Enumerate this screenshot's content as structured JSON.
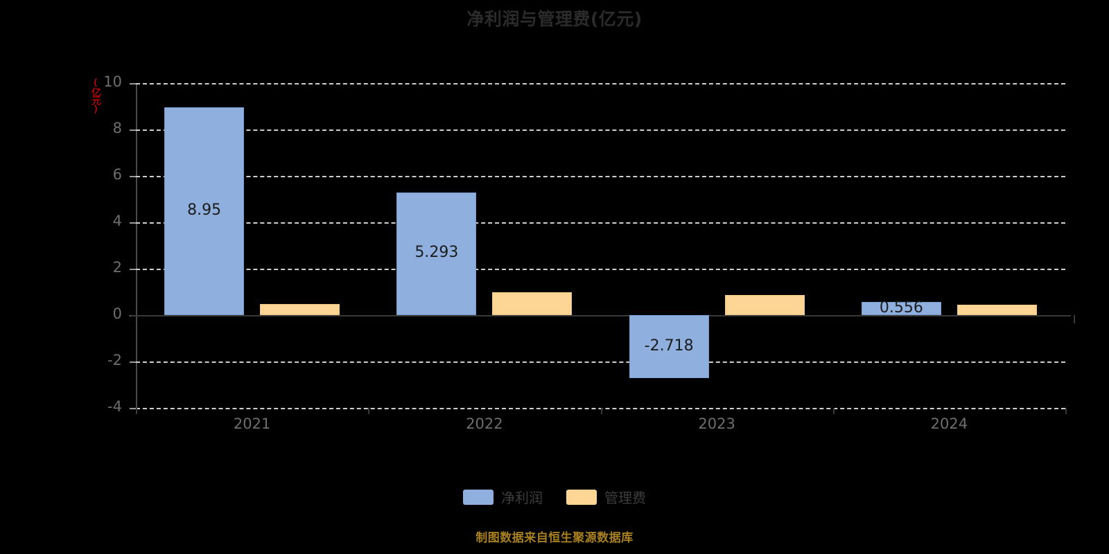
{
  "chart_data": {
    "type": "bar",
    "title": "净利润与管理费(亿元)",
    "xlabel": "",
    "ylabel": "(亿元)",
    "ylim": [
      -4,
      10
    ],
    "yticks": [
      "10",
      "8",
      "6",
      "4",
      "2",
      "0",
      "-2",
      "-4"
    ],
    "ytick_values": [
      10,
      8,
      6,
      4,
      2,
      0,
      -2,
      -4
    ],
    "grid": true,
    "legend_position": "bottom",
    "categories": [
      "2021",
      "2022",
      "2023",
      "2024"
    ],
    "series": [
      {
        "name": "净利润",
        "color": "#8fb0de",
        "values": [
          8.95,
          5.293,
          -2.718,
          0.556
        ],
        "labels": [
          "8.95",
          "5.293",
          "-2.718",
          "0.556"
        ]
      },
      {
        "name": "管理费",
        "color": "#fdd695",
        "values": [
          0.48,
          0.99,
          0.88,
          0.45
        ],
        "labels": [
          "",
          "",
          "",
          ""
        ]
      }
    ],
    "footnote": "制图数据来自恒生聚源数据库"
  }
}
